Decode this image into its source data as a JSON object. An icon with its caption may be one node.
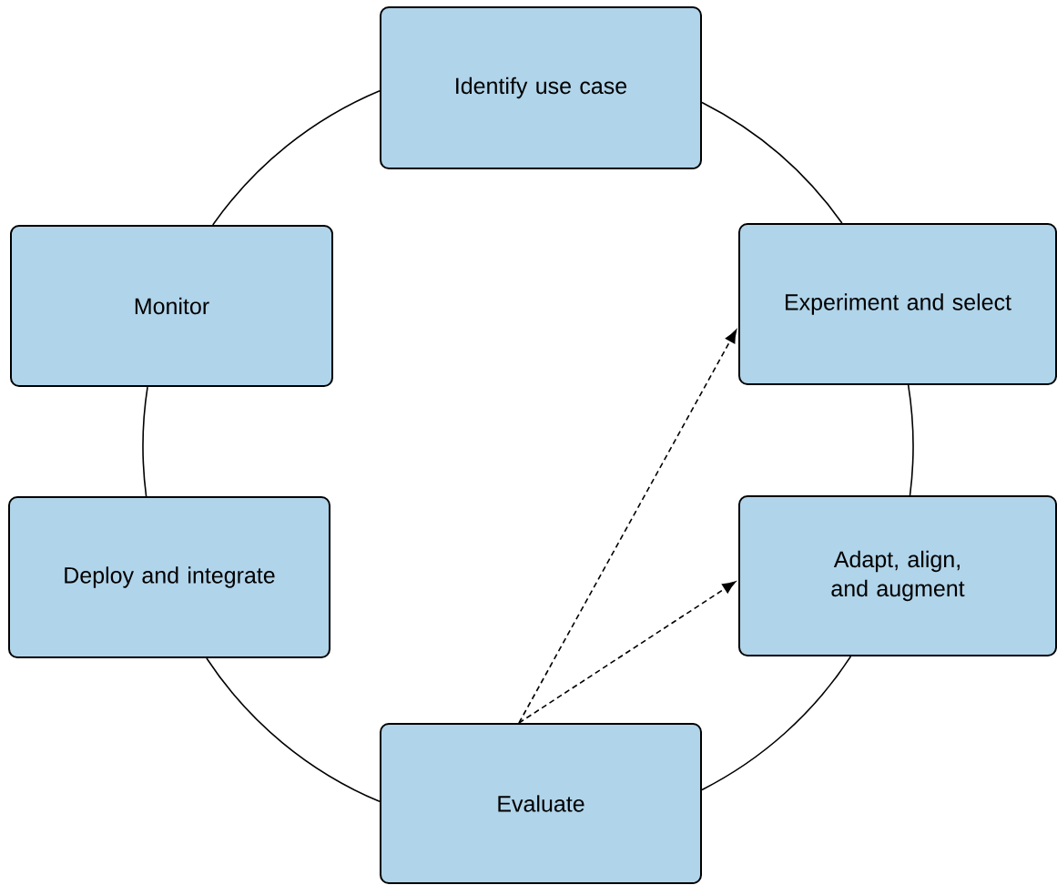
{
  "diagram": {
    "nodes": [
      {
        "text": [
          "Identify use case"
        ]
      },
      {
        "text": [
          "Experiment and select"
        ]
      },
      {
        "text": [
          "Adapt, align, and augment"
        ]
      },
      {
        "text": [
          "Evaluate"
        ]
      },
      {
        "text": [
          "Deploy and integrate"
        ]
      },
      {
        "text": [
          "Monitor"
        ]
      }
    ],
    "edges": [
      {
        "from": 0,
        "to": 1,
        "arrow": "none"
      },
      {
        "from": 1,
        "to": 2,
        "arrow": "none"
      },
      {
        "from": 2,
        "to": 3,
        "arrow": "none"
      },
      {
        "from": 3,
        "to": 4,
        "arrow": "none"
      },
      {
        "from": 4,
        "to": 5,
        "arrow": "none"
      },
      {
        "from": 5,
        "to": 0,
        "arrow": "none"
      },
      {
        "from": 3,
        "to": 1,
        "arrow": "to",
        "style": "dashed"
      },
      {
        "from": 3,
        "to": 2,
        "arrow": "to",
        "style": "dashed"
      }
    ]
  }
}
